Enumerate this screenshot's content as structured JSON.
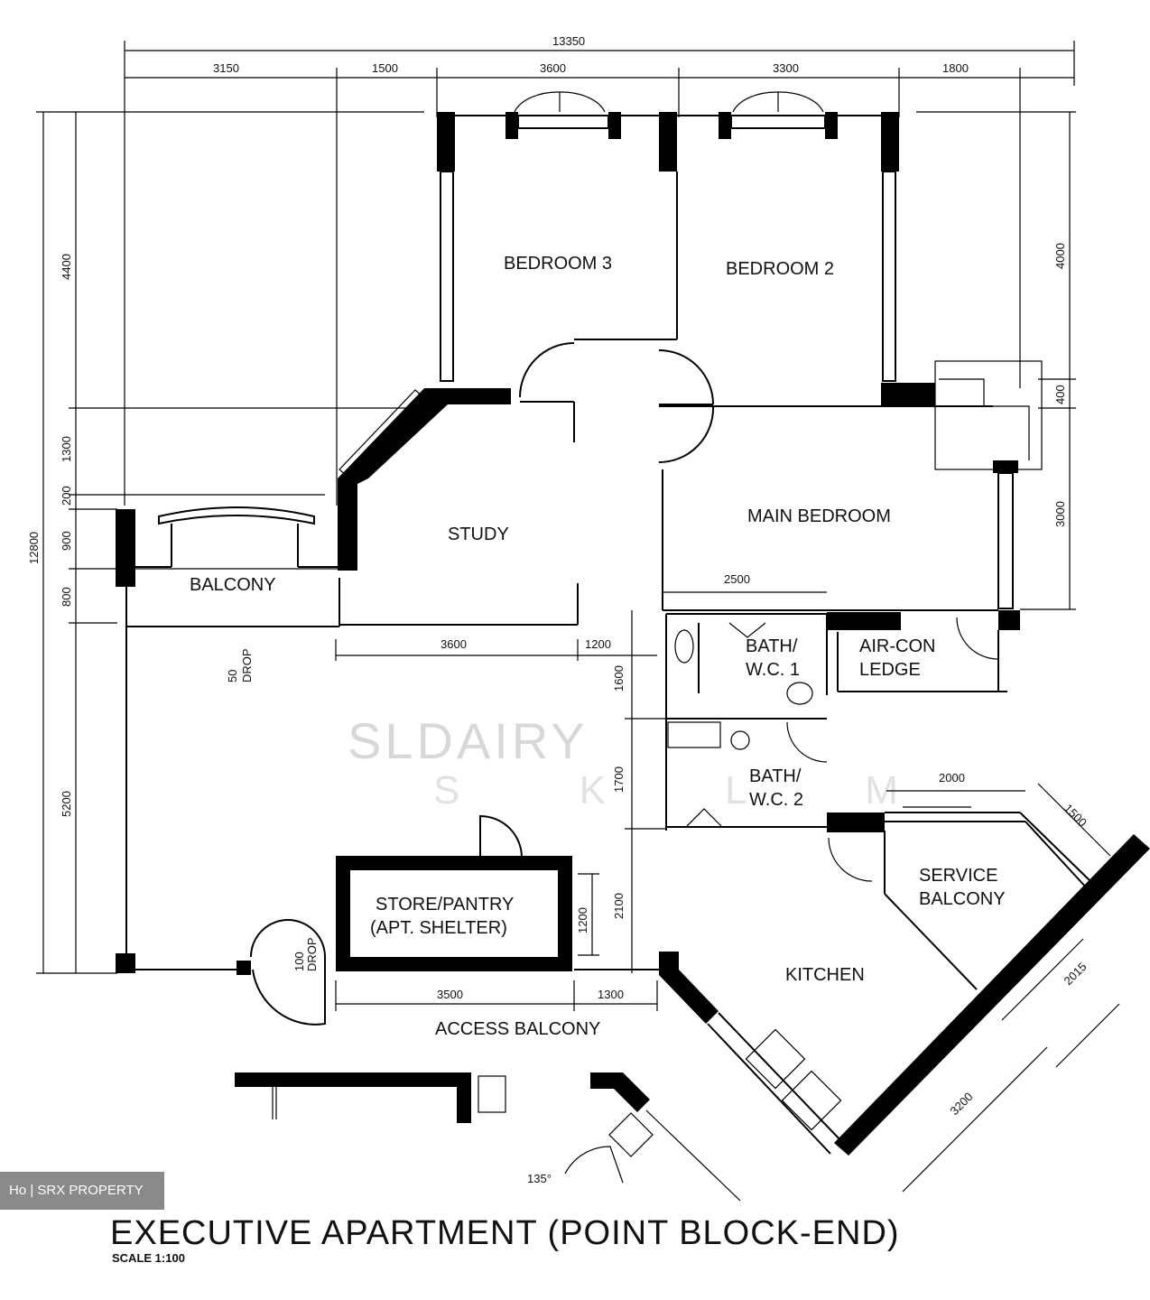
{
  "rooms": {
    "bedroom3": "BEDROOM 3",
    "bedroom2": "BEDROOM 2",
    "study": "STUDY",
    "main_bedroom": "MAIN BEDROOM",
    "balcony": "BALCONY",
    "bath1_a": "BATH/",
    "bath1_b": "W.C. 1",
    "aircon_a": "AIR-CON",
    "aircon_b": "LEDGE",
    "bath2_a": "BATH/",
    "bath2_b": "W.C. 2",
    "store_a": "STORE/PANTRY",
    "store_b": "(APT. SHELTER)",
    "service_a": "SERVICE",
    "service_b": "BALCONY",
    "kitchen": "KITCHEN",
    "access_balcony": "ACCESS BALCONY"
  },
  "drops": {
    "drop50_a": "50",
    "drop50_b": "DROP",
    "drop100_a": "100",
    "drop100_b": "DROP"
  },
  "dimensions": {
    "overall_width": "13350",
    "top": [
      "3150",
      "1500",
      "3600",
      "3300",
      "1800"
    ],
    "left_overall": "12800",
    "left": [
      "4400",
      "1300",
      "200",
      "900",
      "800",
      "5200"
    ],
    "right": [
      "4000",
      "400",
      "3000"
    ],
    "study_bottom": "3600",
    "study_bottom_2": "1200",
    "main_bed_inner": "2500",
    "bath1_height": "1600",
    "bath2_height": "1700",
    "service_width": "2000",
    "diagonal_1500": "1500",
    "diagonal_2015": "2015",
    "diagonal_3200": "3200",
    "store_height": "1200",
    "kitchen_height": "2100",
    "access_1": "3500",
    "access_2": "1300",
    "angle": "135°"
  },
  "watermark": {
    "line1": "SLDAIRY",
    "line2": "S K L M"
  },
  "title": "EXECUTIVE APARTMENT (POINT BLOCK-END)",
  "scale": "SCALE 1:100",
  "badge": "Ho | SRX PROPERTY"
}
